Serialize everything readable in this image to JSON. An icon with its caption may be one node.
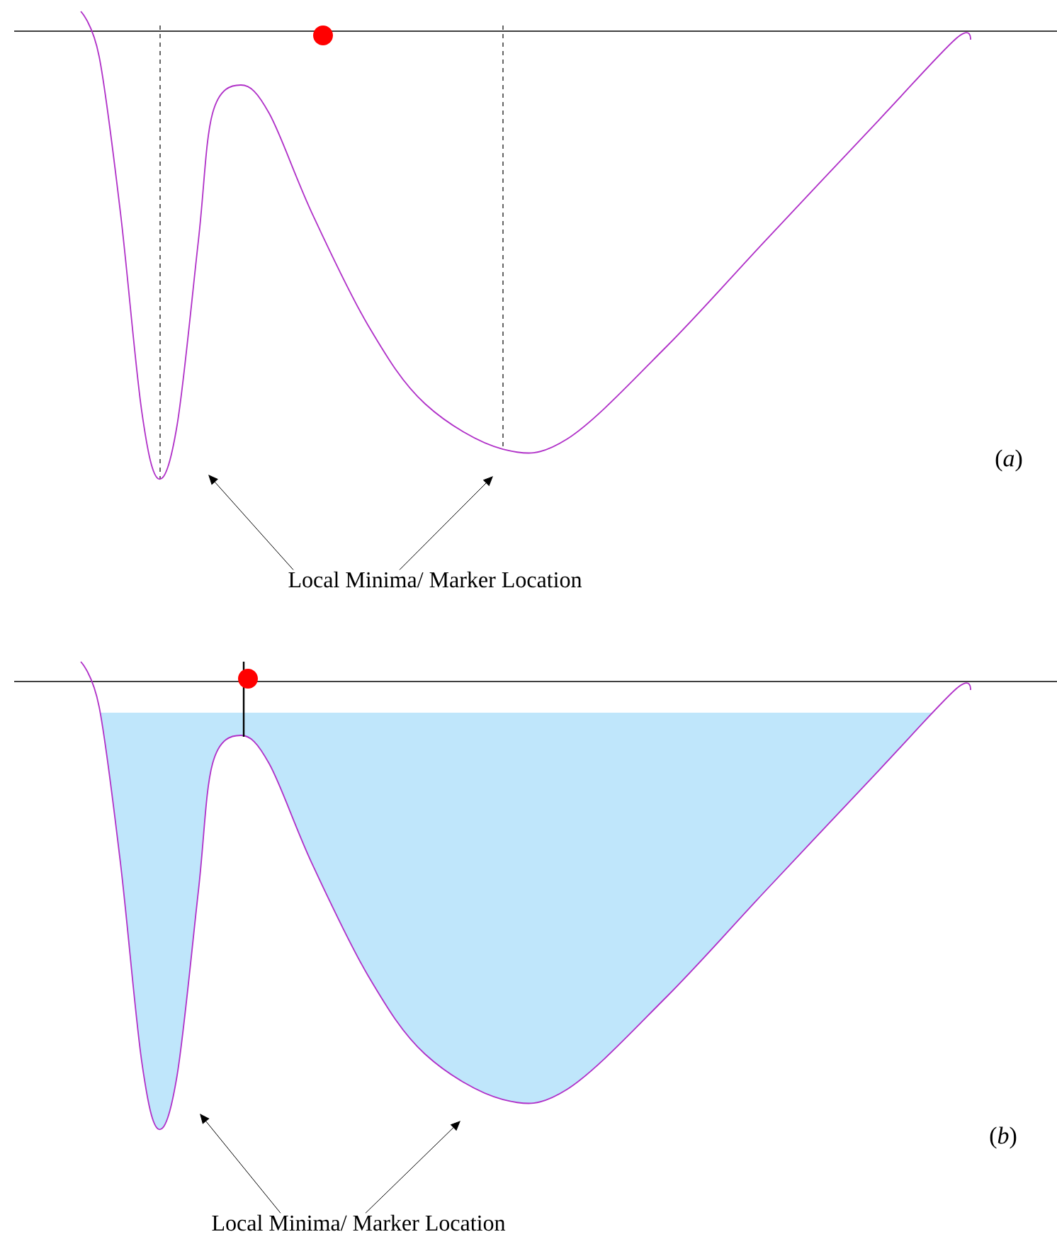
{
  "diagram": {
    "nodes": [
      {
        "text": [
          "Local Minima/ Marker Location"
        ]
      },
      {
        "text": [
          "Local Minima/ Marker Location"
        ]
      }
    ],
    "edges": [
      {
        "from": 0,
        "to": null,
        "arrow": "to"
      },
      {
        "from": 0,
        "to": null,
        "arrow": "to"
      },
      {
        "from": 1,
        "to": null,
        "arrow": "to"
      },
      {
        "from": 1,
        "to": null,
        "arrow": "to"
      }
    ],
    "labels": [
      "(*a*)",
      "(*b*)"
    ]
  }
}
